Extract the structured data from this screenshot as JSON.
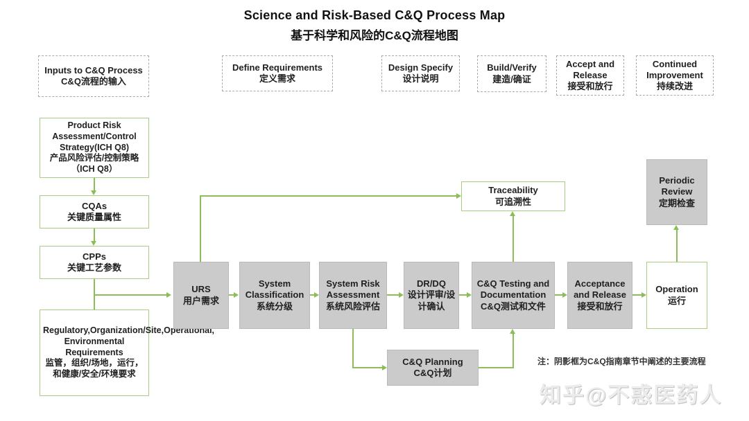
{
  "title": {
    "line1": "Science and Risk-Based C&Q Process Map",
    "line2": "基于科学和风险的C&Q流程地图"
  },
  "phases": [
    {
      "en": "Inputs to C&Q Process",
      "zh": "C&Q流程的输入"
    },
    {
      "en": "Define Requirements",
      "zh": "定义需求"
    },
    {
      "en": "Design Specify",
      "zh": "设计说明"
    },
    {
      "en": "Build/Verify",
      "zh": "建造/确证"
    },
    {
      "en": "Accept and Release",
      "zh": "接受和放行"
    },
    {
      "en": "Continued Improvement",
      "zh": "持续改进"
    }
  ],
  "input_boxes": [
    {
      "en": "Product Risk Assessment/Control Strategy(ICH Q8)",
      "zh": "产品风险评估/控制策略（ICH Q8）"
    },
    {
      "en": "CQAs",
      "zh": "关键质量属性"
    },
    {
      "en": "CPPs",
      "zh": "关键工艺参数"
    },
    {
      "en": "Regulatory,Organization/Site,Operational, Environmental Requirements",
      "zh": "监管，组织/场地，运行，和健康/安全/环境要求"
    }
  ],
  "process_boxes": [
    {
      "en": "URS",
      "zh": "用户需求",
      "shaded": true
    },
    {
      "en": "System Classification",
      "zh": "系统分级",
      "shaded": true
    },
    {
      "en": "System Risk Assessment",
      "zh": "系统风险评估",
      "shaded": true
    },
    {
      "en": "DR/DQ",
      "zh": "设计评审/设计确认",
      "shaded": true
    },
    {
      "en": "C&Q Testing and Documentation",
      "zh": "C&Q测试和文件",
      "shaded": true
    },
    {
      "en": "Acceptance and Release",
      "zh": "接受和放行",
      "shaded": true
    },
    {
      "en": "Operation",
      "zh": "运行",
      "shaded": false
    }
  ],
  "traceability": {
    "en": "Traceability",
    "zh": "可追溯性"
  },
  "periodic_review": {
    "en": "Periodic Review",
    "zh": "定期检查"
  },
  "cq_planning": {
    "en": "C&Q Planning",
    "zh": "C&Q计划"
  },
  "note": "注：阴影框为C&Q指南章节中阐述的主要流程",
  "watermark": "知乎@不惑医药人",
  "colors": {
    "line_green": "#8cbd58",
    "box_border_green": "#a6cd81",
    "shaded_fill": "#cbcbcb"
  }
}
